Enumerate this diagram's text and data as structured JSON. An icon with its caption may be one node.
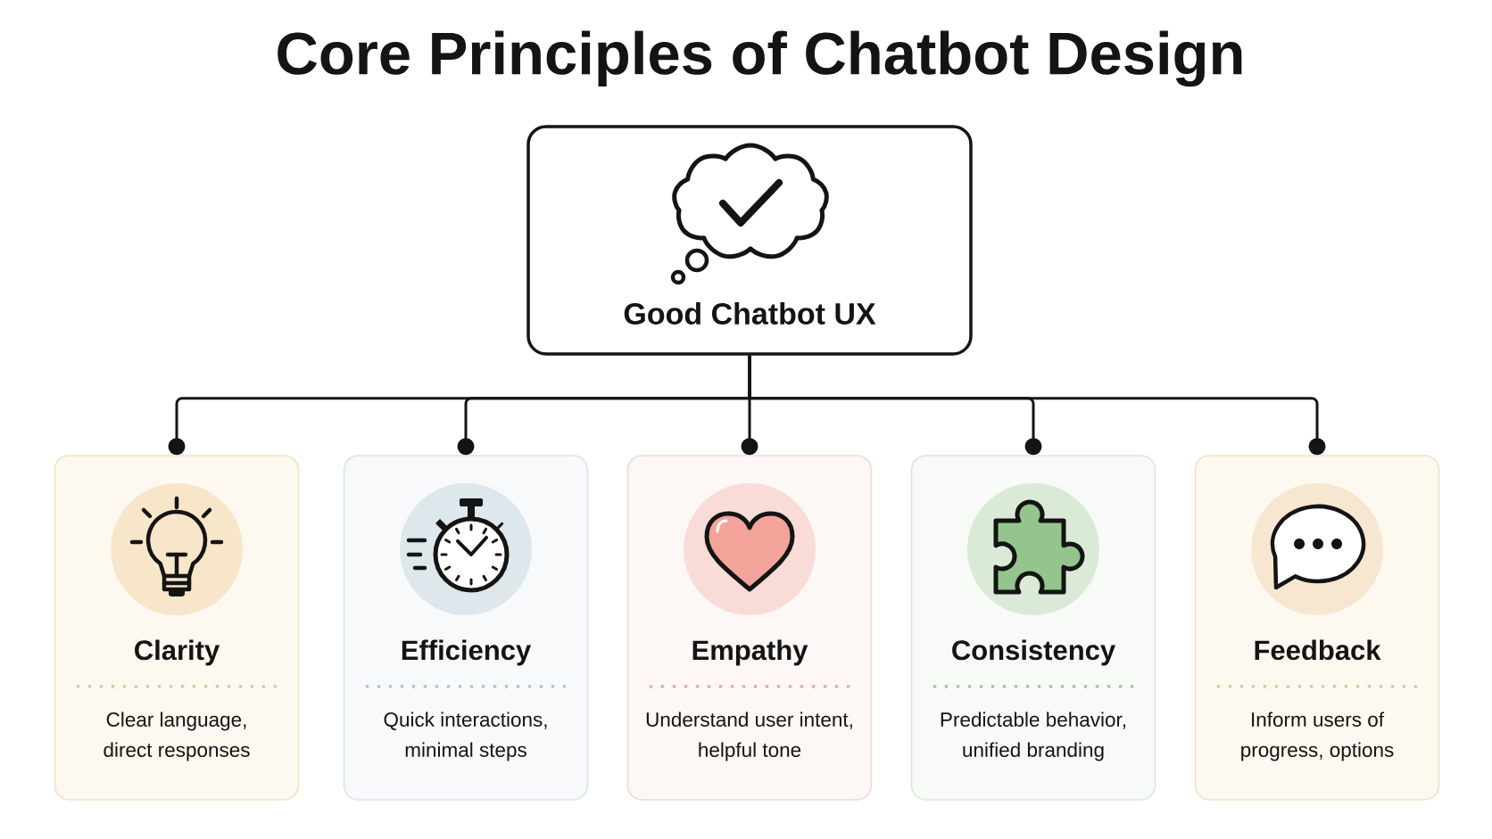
{
  "diagram": {
    "title": "Core Principles of Chatbot Design",
    "nodes": [
      {
        "text": [
          "Good Chatbot UX"
        ]
      },
      {
        "text": [
          "Clarity",
          "Clear language, direct responses"
        ]
      },
      {
        "text": [
          "Efficiency",
          "Quick interactions, minimal steps"
        ]
      },
      {
        "text": [
          "Empathy",
          "Understand user intent, helpful tone"
        ]
      },
      {
        "text": [
          "Consistency",
          "Predictable behavior, unified branding"
        ]
      },
      {
        "text": [
          "Feedback",
          "Inform users of progress, options"
        ]
      }
    ],
    "edges": [
      {
        "from": 0,
        "to": 1,
        "arrow": "other"
      },
      {
        "from": 0,
        "to": 2,
        "arrow": "other"
      },
      {
        "from": 0,
        "to": 3,
        "arrow": "other"
      },
      {
        "from": 0,
        "to": 4,
        "arrow": "other"
      },
      {
        "from": 0,
        "to": 5,
        "arrow": "other"
      }
    ]
  }
}
